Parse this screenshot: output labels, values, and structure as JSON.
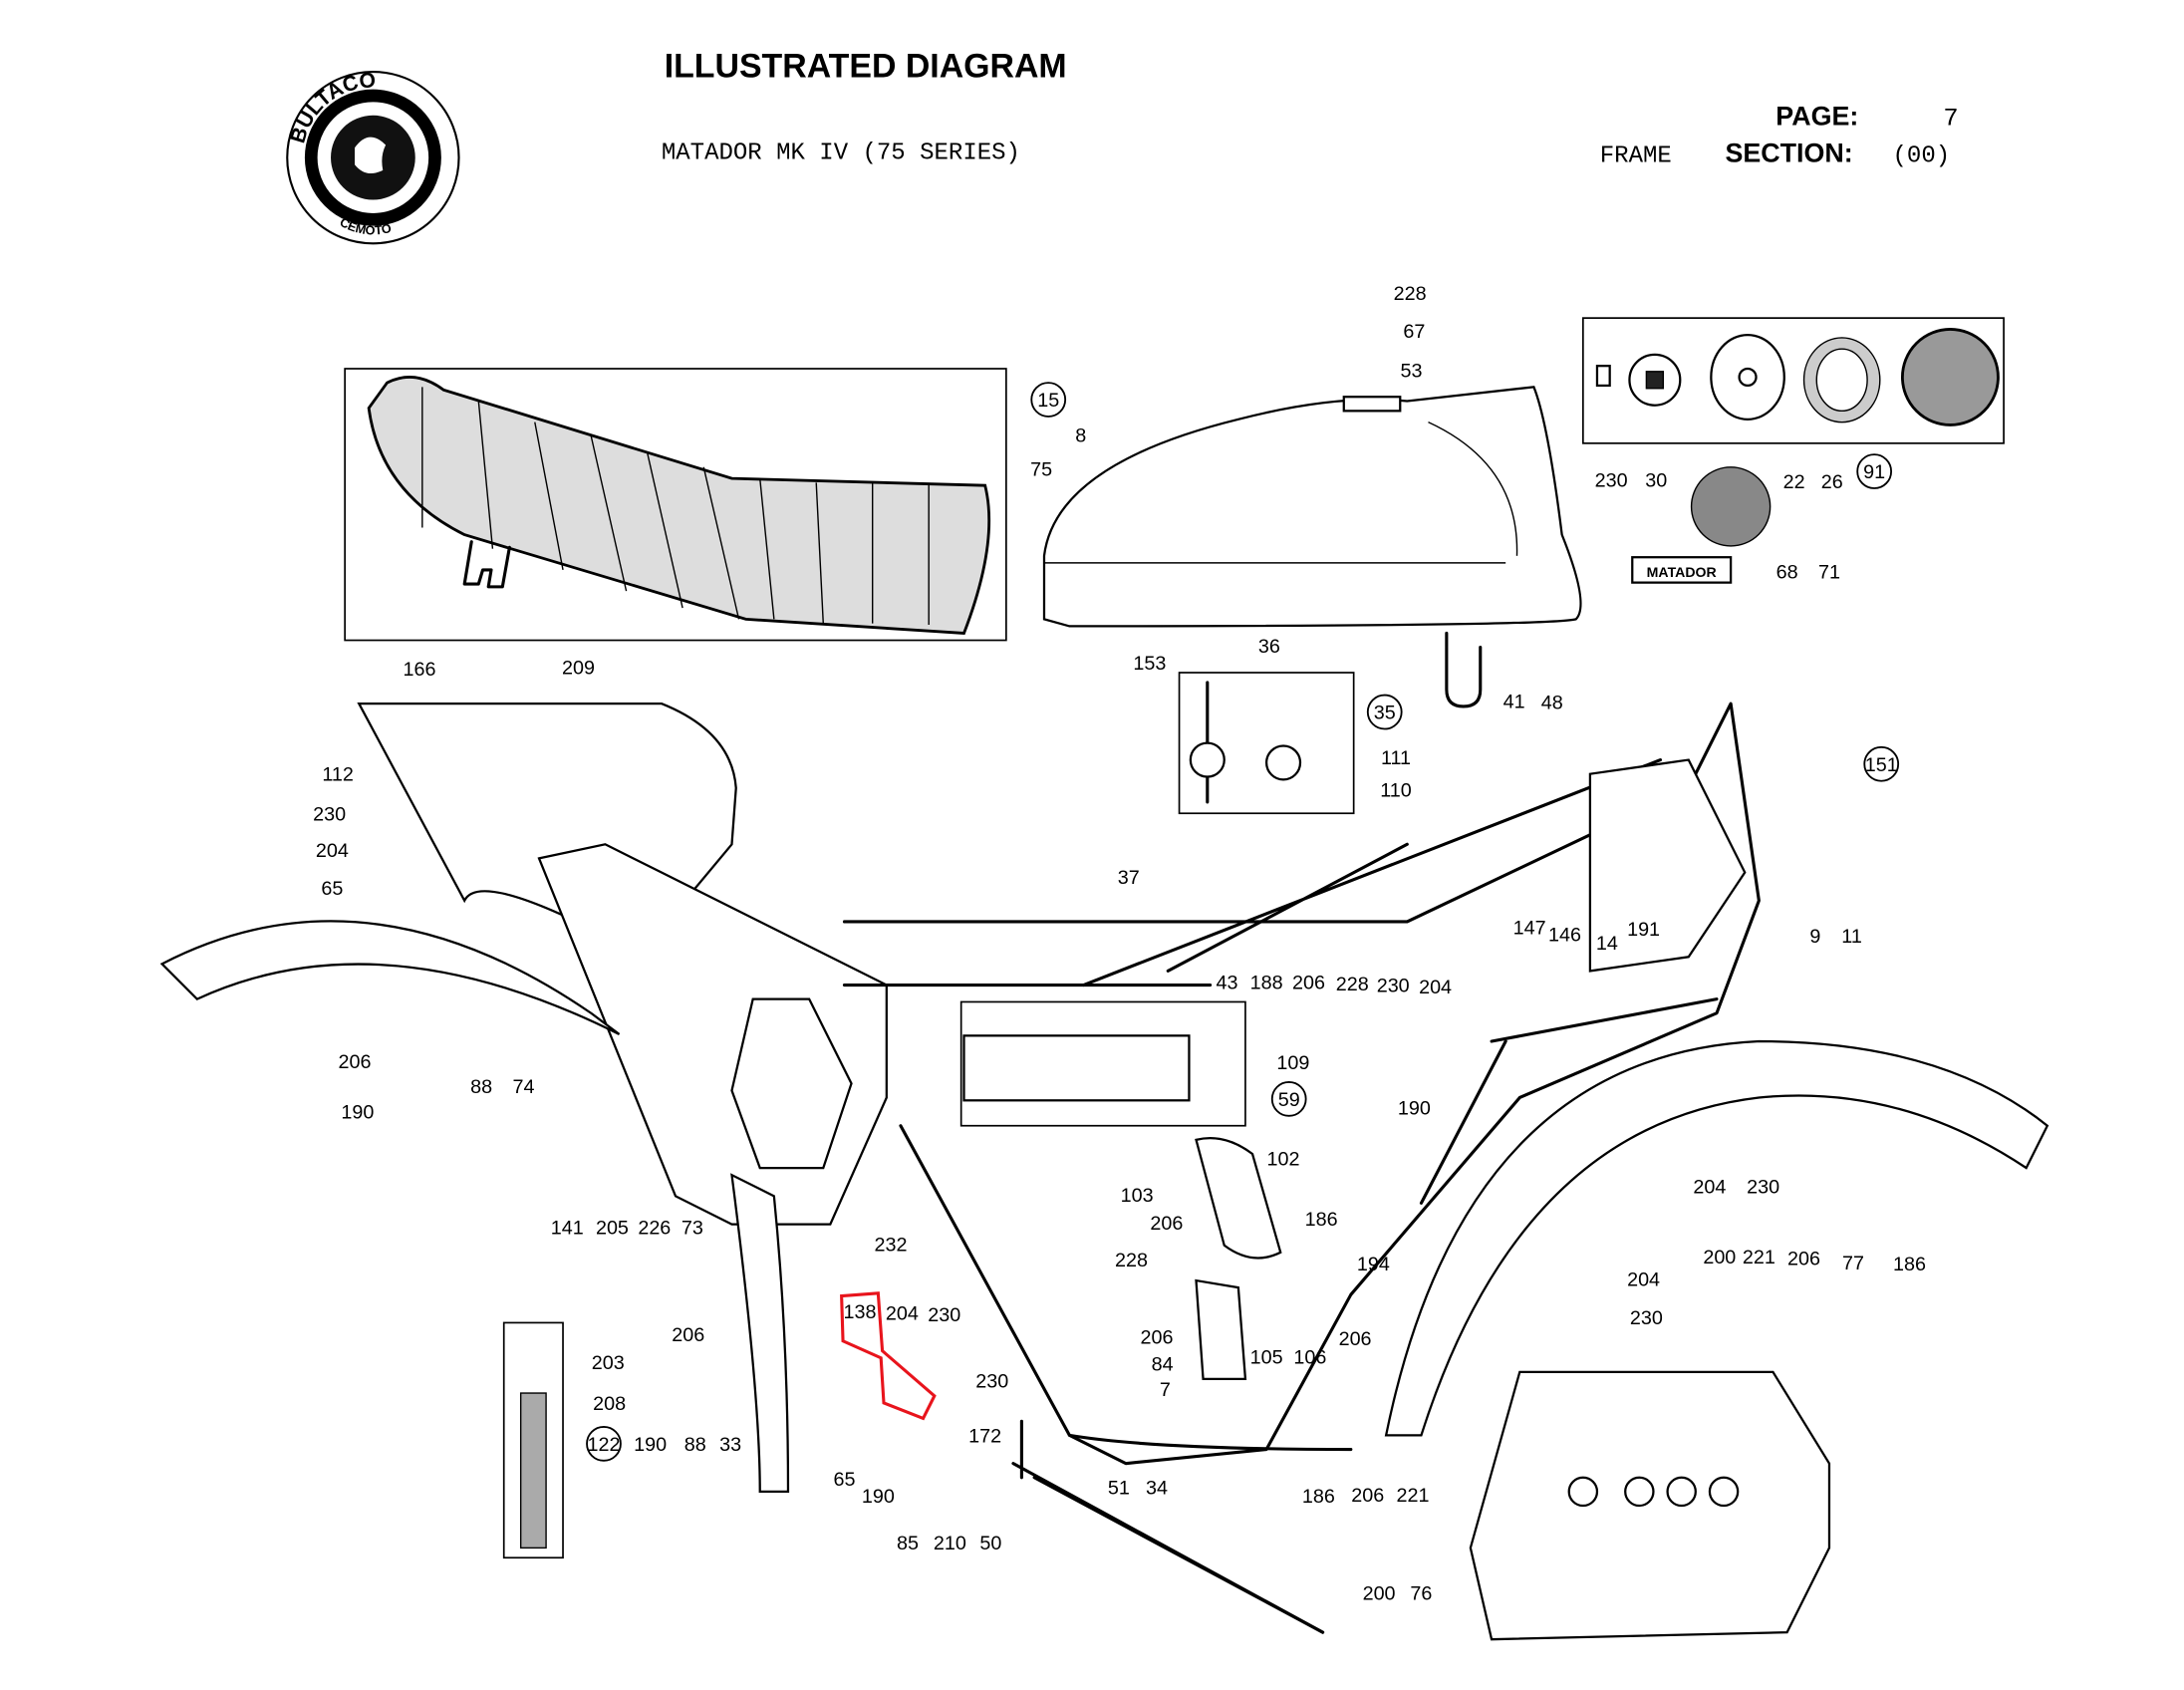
{
  "header": {
    "title": "ILLUSTRATED DIAGRAM",
    "model": "MATADOR MK IV  (75 SERIES)",
    "page_label": "PAGE:",
    "page_value": "7",
    "group": "FRAME",
    "section_label": "SECTION:",
    "section_value": "(00)"
  },
  "logo": {
    "top_text": "BULTACO",
    "bottom_text": "CEMOTO"
  },
  "plaque_text": "MATADOR",
  "highlight_color": "#e8141c",
  "highlighted_part": "138",
  "labels": [
    {
      "text": "228"
    },
    {
      "text": "67"
    },
    {
      "text": "53"
    },
    {
      "text": "8"
    },
    {
      "text": "75"
    },
    {
      "text": "15",
      "circled": true
    },
    {
      "text": "230"
    },
    {
      "text": "30"
    },
    {
      "text": "22"
    },
    {
      "text": "26"
    },
    {
      "text": "91",
      "circled": true
    },
    {
      "text": "68"
    },
    {
      "text": "71"
    },
    {
      "text": "166"
    },
    {
      "text": "209"
    },
    {
      "text": "36"
    },
    {
      "text": "153"
    },
    {
      "text": "35",
      "circled": true
    },
    {
      "text": "111"
    },
    {
      "text": "110"
    },
    {
      "text": "41"
    },
    {
      "text": "48"
    },
    {
      "text": "151",
      "circled": true
    },
    {
      "text": "112"
    },
    {
      "text": "230"
    },
    {
      "text": "204"
    },
    {
      "text": "65"
    },
    {
      "text": "37"
    },
    {
      "text": "147"
    },
    {
      "text": "146"
    },
    {
      "text": "14"
    },
    {
      "text": "191"
    },
    {
      "text": "9"
    },
    {
      "text": "11"
    },
    {
      "text": "43"
    },
    {
      "text": "188"
    },
    {
      "text": "206"
    },
    {
      "text": "228"
    },
    {
      "text": "230"
    },
    {
      "text": "204"
    },
    {
      "text": "109"
    },
    {
      "text": "59",
      "circled": true
    },
    {
      "text": "206"
    },
    {
      "text": "88"
    },
    {
      "text": "74"
    },
    {
      "text": "190"
    },
    {
      "text": "190"
    },
    {
      "text": "102"
    },
    {
      "text": "103"
    },
    {
      "text": "141"
    },
    {
      "text": "205"
    },
    {
      "text": "226"
    },
    {
      "text": "73"
    },
    {
      "text": "204"
    },
    {
      "text": "230"
    },
    {
      "text": "232"
    },
    {
      "text": "206"
    },
    {
      "text": "186"
    },
    {
      "text": "228"
    },
    {
      "text": "194"
    },
    {
      "text": "200"
    },
    {
      "text": "221"
    },
    {
      "text": "206"
    },
    {
      "text": "77"
    },
    {
      "text": "186"
    },
    {
      "text": "204"
    },
    {
      "text": "230"
    },
    {
      "text": "138"
    },
    {
      "text": "204"
    },
    {
      "text": "230"
    },
    {
      "text": "206"
    },
    {
      "text": "206"
    },
    {
      "text": "206"
    },
    {
      "text": "203"
    },
    {
      "text": "105"
    },
    {
      "text": "106"
    },
    {
      "text": "84"
    },
    {
      "text": "208"
    },
    {
      "text": "230"
    },
    {
      "text": "7"
    },
    {
      "text": "122",
      "circled": true
    },
    {
      "text": "190"
    },
    {
      "text": "88"
    },
    {
      "text": "33"
    },
    {
      "text": "172"
    },
    {
      "text": "65"
    },
    {
      "text": "51"
    },
    {
      "text": "34"
    },
    {
      "text": "190"
    },
    {
      "text": "186"
    },
    {
      "text": "206"
    },
    {
      "text": "221"
    },
    {
      "text": "85"
    },
    {
      "text": "210"
    },
    {
      "text": "50"
    },
    {
      "text": "200"
    },
    {
      "text": "76"
    }
  ]
}
